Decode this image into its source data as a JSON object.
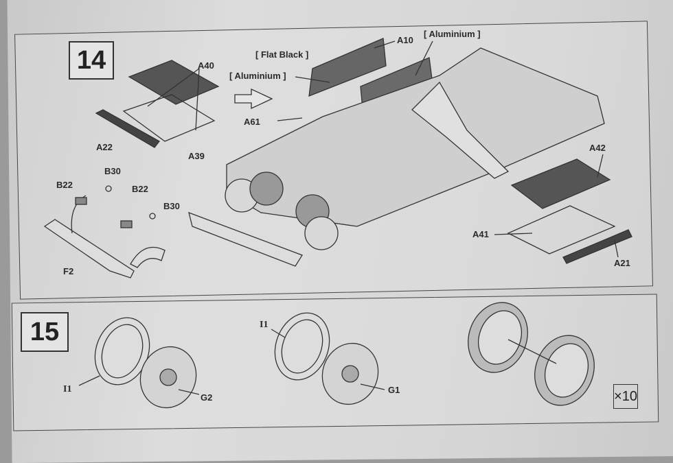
{
  "step14": {
    "number": "14",
    "labels": {
      "a40": "A40",
      "a22": "A22",
      "a39": "A39",
      "flat_black": "[ Flat Black ]",
      "a10": "A10",
      "aluminium_top": "[ Aluminium ]",
      "aluminium_left": "[ Aluminium ]",
      "a61": "A61",
      "b22_left": "B22",
      "b30_top": "B30",
      "b22_mid": "B22",
      "b30_mid": "B30",
      "f2": "F2",
      "a42": "A42",
      "a41": "A41",
      "a21": "A21"
    }
  },
  "step15": {
    "number": "15",
    "labels": {
      "i1_left": "I1",
      "g2": "G2",
      "i1_mid": "I1",
      "g1": "G1"
    },
    "quantity": "×10"
  }
}
